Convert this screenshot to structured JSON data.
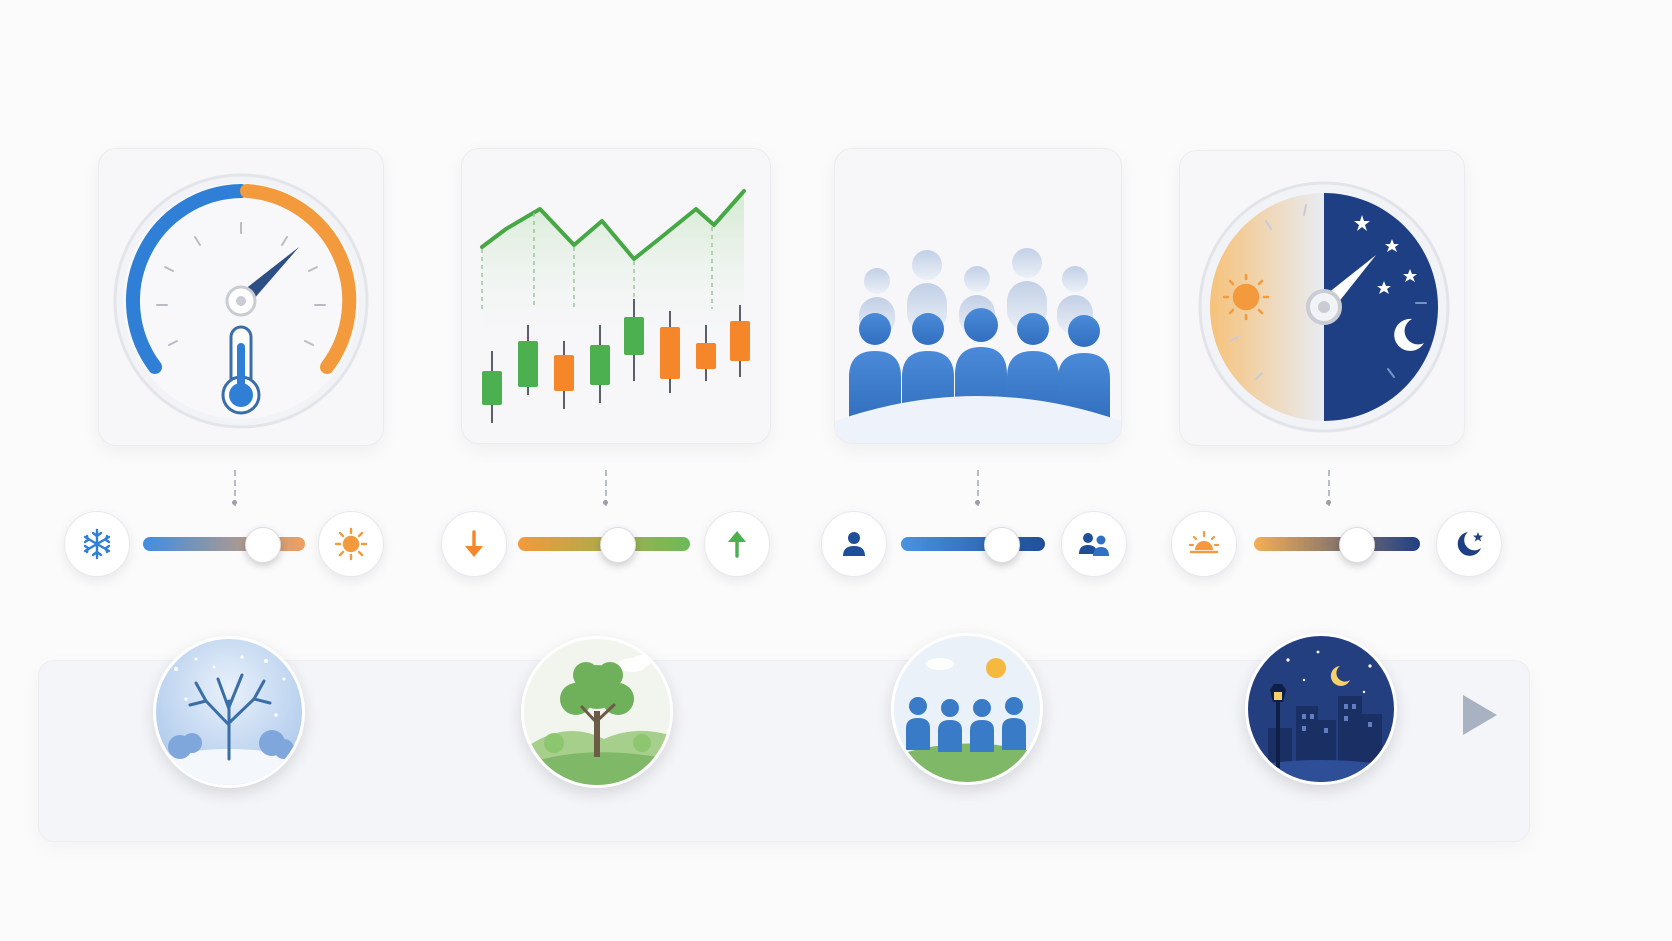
{
  "colors": {
    "cold_blue": "#2f7fd6",
    "warm_orange": "#f39a3c",
    "up_green": "#4caf50",
    "down_orange": "#f5862a",
    "people_blue": "#3f7fd0",
    "night_navy": "#1f3f84",
    "light_gray": "#f7f7f9"
  },
  "icons": {
    "temperature": {
      "gauge": "speedometer-icon",
      "center": "thermometer-icon"
    },
    "market": {
      "chart": "candlestick-chart-icon"
    },
    "crowd": {
      "chart": "people-crowd-icon"
    },
    "daynight": {
      "dial": "day-night-clock-icon"
    }
  },
  "sliders": [
    {
      "id": "temperature",
      "left_icon": "snowflake-icon",
      "right_icon": "sun-icon",
      "level": 0.74,
      "track_from": "#3f8ee0",
      "track_to": "#f0a060"
    },
    {
      "id": "market",
      "left_icon": "down-arrow-icon",
      "right_icon": "up-arrow-icon",
      "level": 0.58,
      "track_from": "#f39a3c",
      "track_to": "#6bbb5a"
    },
    {
      "id": "crowd",
      "left_icon": "single-person-icon",
      "right_icon": "group-people-icon",
      "level": 0.7,
      "track_from": "#4a93e0",
      "track_to": "#1f4f98"
    },
    {
      "id": "daynight",
      "left_icon": "sunrise-icon",
      "right_icon": "moon-star-icon",
      "level": 0.62,
      "track_from": "#f5ae55",
      "track_to": "#1f3f84"
    }
  ],
  "timeline": {
    "end_icon": "play-arrow-icon",
    "stages": [
      {
        "id": "winter",
        "icon": "winter-tree-icon"
      },
      {
        "id": "spring",
        "icon": "spring-tree-icon"
      },
      {
        "id": "community",
        "icon": "people-sun-icon"
      },
      {
        "id": "night",
        "icon": "night-city-icon"
      }
    ]
  }
}
